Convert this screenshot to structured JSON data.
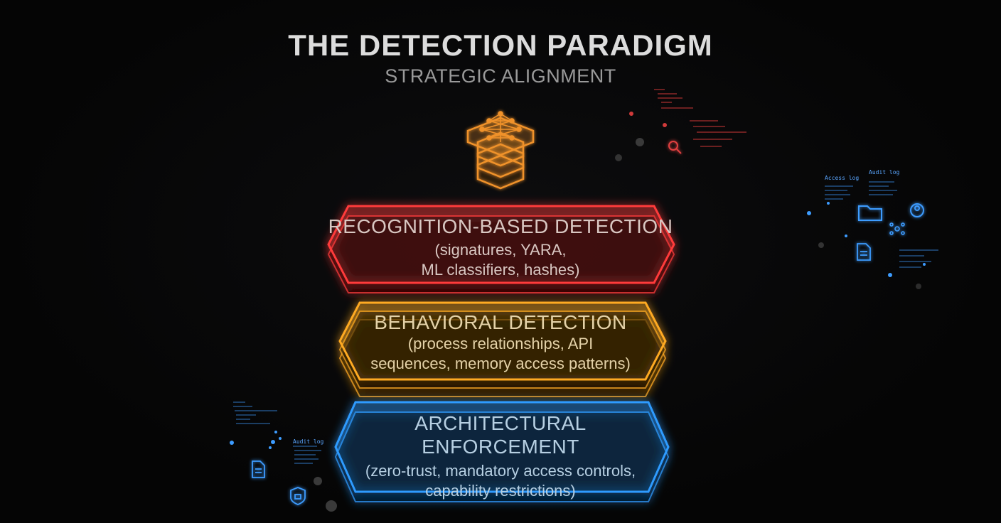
{
  "title": "THE DETECTION PARADIGM",
  "subtitle": "STRATEGIC ALIGNMENT",
  "tiers": [
    {
      "title_lines": [
        "RECOGNITION-BASED DETECTION"
      ],
      "detail_lines": [
        "(signatures, YARA,",
        "ML classifiers, hashes)"
      ],
      "color": "#ff3b3b"
    },
    {
      "title_lines": [
        "BEHAVIORAL DETECTION"
      ],
      "detail_lines": [
        "(process relationships, API",
        "sequences, memory access patterns)"
      ],
      "color": "#ffaa22"
    },
    {
      "title_lines": [
        "ARCHITECTURAL",
        "ENFORCEMENT"
      ],
      "detail_lines": [
        "(zero-trust, mandatory access controls,",
        "capability restrictions)"
      ],
      "color": "#2f9bff"
    }
  ],
  "decor": {
    "top_icon": "neural-network-stack-icon",
    "right_labels": [
      "Access log",
      "Audit log"
    ],
    "left_label": "Audit log",
    "icons": [
      "magnifier-icon",
      "folder-icon",
      "user-icon",
      "network-icon",
      "document-icon",
      "shield-icon"
    ],
    "colors": {
      "red": "#ff3b3b",
      "orange": "#ffaa22",
      "blue": "#2f9bff"
    }
  }
}
